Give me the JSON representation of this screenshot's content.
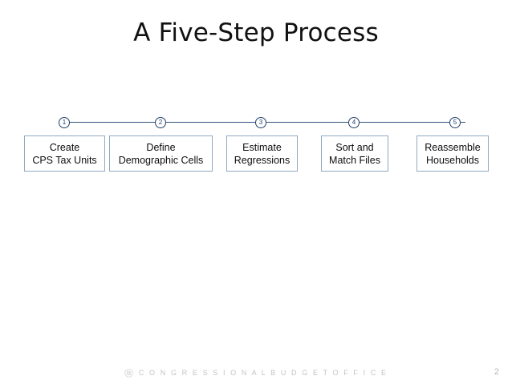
{
  "slide": {
    "title": "A Five-Step Process",
    "page_number": "2"
  },
  "process": {
    "accent_line_color": "#31527a",
    "marker_border_color": "#20406b",
    "box_border_color": "#8fa9c2",
    "steps": [
      {
        "number": "1",
        "line1": "Create",
        "line2": "CPS Tax Units"
      },
      {
        "number": "2",
        "line1": "Define",
        "line2": "Demographic Cells"
      },
      {
        "number": "3",
        "line1": "Estimate",
        "line2": "Regressions"
      },
      {
        "number": "4",
        "line1": "Sort and",
        "line2": "Match Files"
      },
      {
        "number": "5",
        "line1": "Reassemble",
        "line2": "Households"
      }
    ]
  },
  "footer": {
    "logo_icon": "cbo-seal-icon",
    "organization": "C O N G R E S S I O N A L   B U D G E T   O F F I C E",
    "text_color": "#c3c3c3"
  }
}
